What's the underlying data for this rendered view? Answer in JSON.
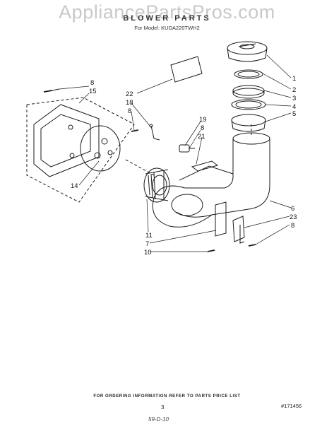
{
  "watermark": "AppliancePartsPros.com",
  "header": {
    "title": "BLOWER PARTS",
    "model": "For Model: KUDA220TWH2"
  },
  "callouts": [
    {
      "id": "c1",
      "label": "1"
    },
    {
      "id": "c2",
      "label": "2"
    },
    {
      "id": "c3",
      "label": "3"
    },
    {
      "id": "c4",
      "label": "4"
    },
    {
      "id": "c5",
      "label": "5"
    },
    {
      "id": "c6",
      "label": "6"
    },
    {
      "id": "c23",
      "label": "23"
    },
    {
      "id": "c8r",
      "label": "8"
    },
    {
      "id": "c19",
      "label": "19"
    },
    {
      "id": "c8m",
      "label": "8"
    },
    {
      "id": "c21",
      "label": "21"
    },
    {
      "id": "c22",
      "label": "22"
    },
    {
      "id": "c18",
      "label": "18"
    },
    {
      "id": "c8b",
      "label": "8"
    },
    {
      "id": "c8t",
      "label": "8"
    },
    {
      "id": "c15",
      "label": "15"
    },
    {
      "id": "c14",
      "label": "14"
    },
    {
      "id": "c11",
      "label": "11"
    },
    {
      "id": "c7",
      "label": "7"
    },
    {
      "id": "c10",
      "label": "10"
    }
  ],
  "footer": {
    "ordering_note": "FOR ORDERING INFORMATION REFER TO PARTS PRICE LIST",
    "page_number": "3",
    "figure_number": "#171456",
    "signature": "59-D-10"
  }
}
